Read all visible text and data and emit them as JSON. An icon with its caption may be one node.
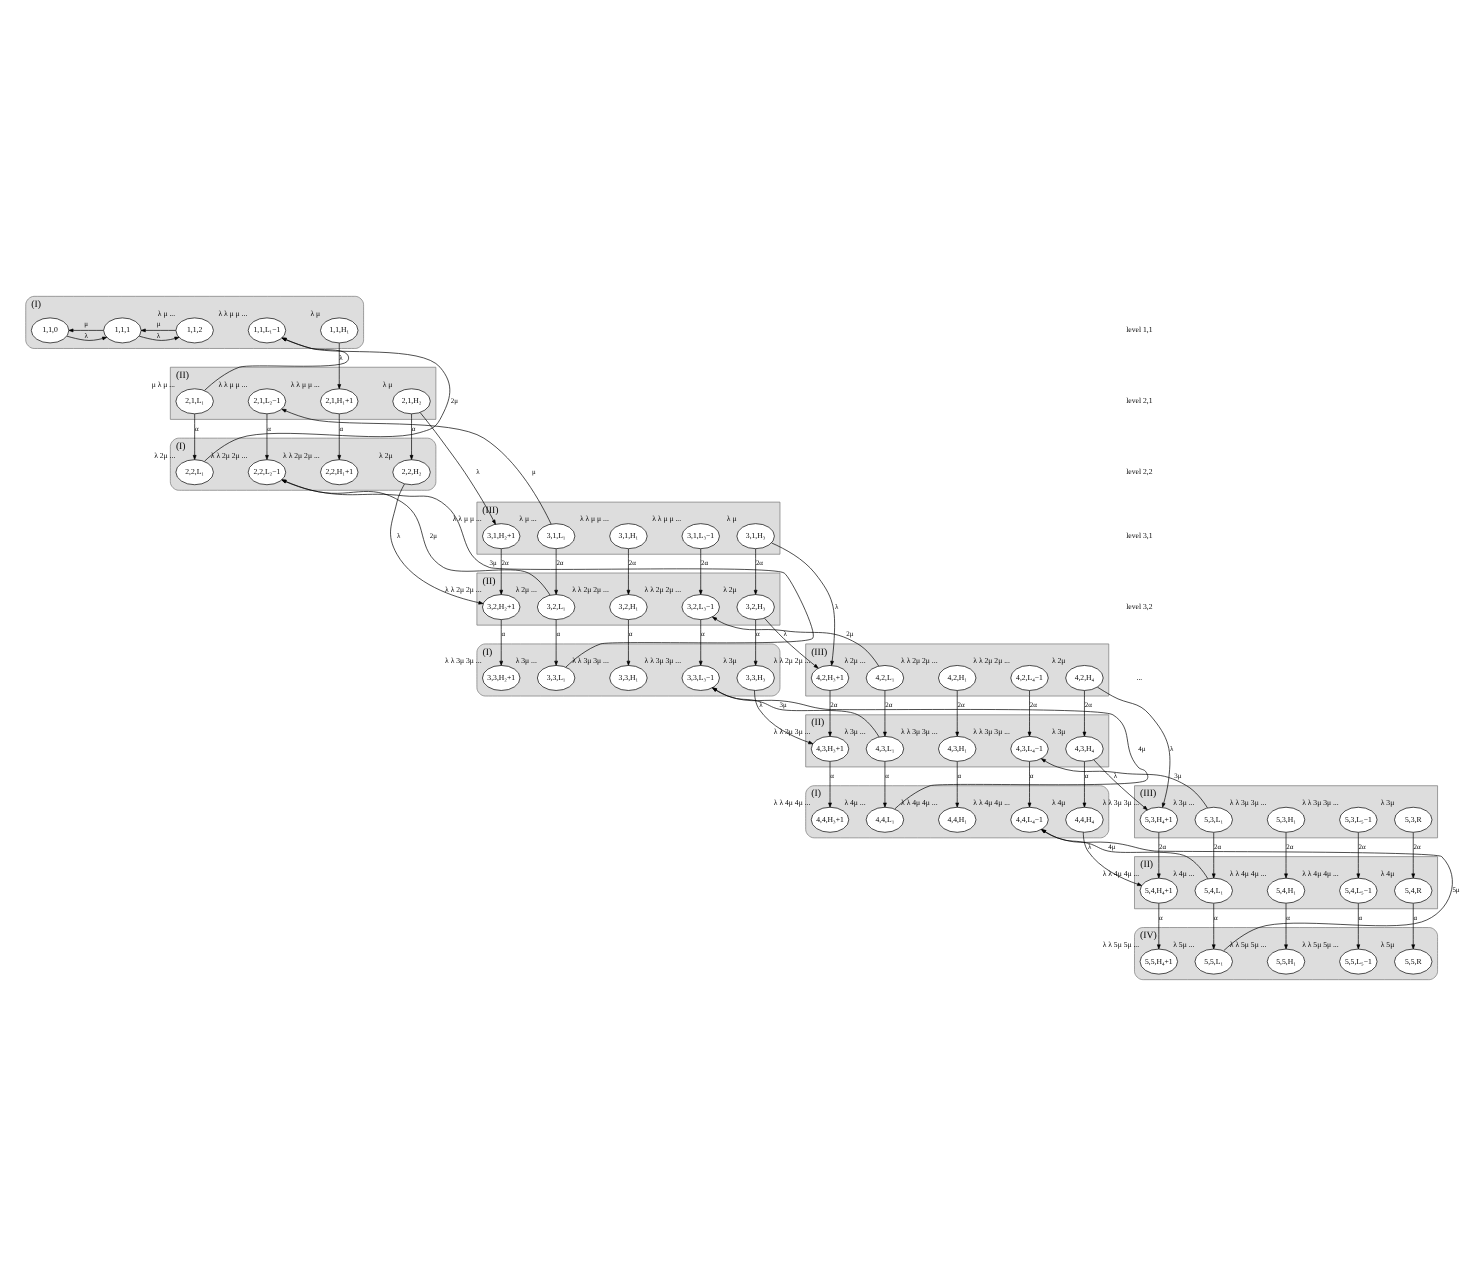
{
  "diagram": {
    "nodes": [
      {
        "text": [
          "(I)"
        ]
      },
      {
        "text": [
          "1,1,0"
        ],
        "in": 0
      },
      {
        "text": [
          "1,1,1"
        ],
        "in": 0
      },
      {
        "text": [
          "1,1,2"
        ],
        "in": 0,
        "beside": [
          "λ",
          "μ",
          "..."
        ]
      },
      {
        "text": [
          "1,1,L₁−1"
        ],
        "in": 0,
        "beside": [
          "λ",
          "λ",
          "μ",
          "μ",
          "..."
        ]
      },
      {
        "text": [
          "1,1,H₁"
        ],
        "in": 0,
        "beside": [
          "λ",
          "μ"
        ]
      },
      {
        "text": [
          "(II)"
        ]
      },
      {
        "text": [
          "2,1,L₁"
        ],
        "in": 6,
        "beside": [
          "μ",
          "λ",
          "μ",
          "..."
        ]
      },
      {
        "text": [
          "2,1,L₂−1"
        ],
        "in": 6,
        "beside": [
          "λ",
          "λ",
          "μ",
          "μ",
          "..."
        ]
      },
      {
        "text": [
          "2,1,H₁+1"
        ],
        "in": 6,
        "beside": [
          "λ",
          "λ",
          "μ",
          "μ",
          "..."
        ]
      },
      {
        "text": [
          "2,1,H₂"
        ],
        "in": 6,
        "beside": [
          "λ",
          "μ"
        ]
      },
      {
        "text": [
          "(I)"
        ]
      },
      {
        "text": [
          "2,2,L₁"
        ],
        "in": 11,
        "beside": [
          "λ",
          "2μ",
          "..."
        ]
      },
      {
        "text": [
          "2,2,L₂−1"
        ],
        "in": 11,
        "beside": [
          "λ",
          "λ",
          "2μ",
          "2μ",
          "..."
        ]
      },
      {
        "text": [
          "2,2,H₁+1"
        ],
        "in": 11,
        "beside": [
          "λ",
          "λ",
          "2μ",
          "2μ",
          "..."
        ]
      },
      {
        "text": [
          "2,2,H₂"
        ],
        "in": 11,
        "beside": [
          "λ",
          "2μ"
        ]
      },
      {
        "text": [
          "(III)"
        ]
      },
      {
        "text": [
          "3,1,L₁"
        ],
        "in": 16,
        "beside": [
          "λ",
          "μ",
          "..."
        ]
      },
      {
        "text": [
          "3,1,H₁"
        ],
        "in": 16,
        "beside": [
          "λ",
          "λ",
          "μ",
          "μ",
          "..."
        ]
      },
      {
        "text": [
          "3,1,L₃−1"
        ],
        "in": 16,
        "beside": [
          "λ",
          "λ",
          "μ",
          "μ",
          "..."
        ]
      },
      {
        "text": [
          "3,1,H₂+1"
        ],
        "in": 16,
        "beside": [
          "λ",
          "λ",
          "μ",
          "μ",
          "..."
        ]
      },
      {
        "text": [
          "3,1,H₃"
        ],
        "in": 16,
        "beside": [
          "λ",
          "μ"
        ]
      },
      {
        "text": [
          "(II)"
        ]
      },
      {
        "text": [
          "3,2,L₁"
        ],
        "in": 22,
        "beside": [
          "λ",
          "2μ",
          "..."
        ]
      },
      {
        "text": [
          "3,2,H₁"
        ],
        "in": 22,
        "beside": [
          "λ",
          "λ",
          "2μ",
          "2μ",
          "..."
        ]
      },
      {
        "text": [
          "3,2,L₃−1"
        ],
        "in": 22,
        "beside": [
          "λ",
          "λ",
          "2μ",
          "2μ",
          "..."
        ]
      },
      {
        "text": [
          "3,2,H₂+1"
        ],
        "in": 22,
        "beside": [
          "λ",
          "λ",
          "2μ",
          "2μ",
          "..."
        ]
      },
      {
        "text": [
          "3,2,H₃"
        ],
        "in": 22,
        "beside": [
          "λ",
          "2μ"
        ]
      },
      {
        "text": [
          "(I)"
        ]
      },
      {
        "text": [
          "3,3,L₁"
        ],
        "in": 28,
        "beside": [
          "λ",
          "3μ",
          "..."
        ]
      },
      {
        "text": [
          "3,3,H₁"
        ],
        "in": 28,
        "beside": [
          "λ",
          "λ",
          "3μ",
          "3μ",
          "..."
        ]
      },
      {
        "text": [
          "3,3,L₃−1"
        ],
        "in": 28,
        "beside": [
          "λ",
          "λ",
          "3μ",
          "3μ",
          "..."
        ]
      },
      {
        "text": [
          "3,3,H₂+1"
        ],
        "in": 28,
        "beside": [
          "λ",
          "λ",
          "3μ",
          "3μ",
          "..."
        ]
      },
      {
        "text": [
          "3,3,H₃"
        ],
        "in": 28,
        "beside": [
          "λ",
          "3μ"
        ]
      },
      {
        "text": [
          "(III)"
        ]
      },
      {
        "text": [
          "4,2,L₁"
        ],
        "in": 34,
        "beside": [
          "λ",
          "2μ",
          "..."
        ]
      },
      {
        "text": [
          "4,2,H₁"
        ],
        "in": 34,
        "beside": [
          "λ",
          "λ",
          "2μ",
          "2μ",
          "..."
        ]
      },
      {
        "text": [
          "4,2,L₄−1"
        ],
        "in": 34,
        "beside": [
          "λ",
          "λ",
          "2μ",
          "2μ",
          "..."
        ]
      },
      {
        "text": [
          "4,2,H₃+1"
        ],
        "in": 34,
        "beside": [
          "λ",
          "λ",
          "2μ",
          "2μ",
          "..."
        ]
      },
      {
        "text": [
          "4,2,H₄"
        ],
        "in": 34,
        "beside": [
          "λ",
          "2μ"
        ]
      },
      {
        "text": [
          "(II)"
        ]
      },
      {
        "text": [
          "4,3,L₁"
        ],
        "in": 40,
        "beside": [
          "λ",
          "3μ",
          "..."
        ]
      },
      {
        "text": [
          "4,3,H₁"
        ],
        "in": 40,
        "beside": [
          "λ",
          "λ",
          "3μ",
          "3μ",
          "..."
        ]
      },
      {
        "text": [
          "4,3,L₄−1"
        ],
        "in": 40,
        "beside": [
          "λ",
          "λ",
          "3μ",
          "3μ",
          "..."
        ]
      },
      {
        "text": [
          "4,3,H₃+1"
        ],
        "in": 40,
        "beside": [
          "λ",
          "λ",
          "3μ",
          "3μ",
          "..."
        ]
      },
      {
        "text": [
          "4,3,H₄"
        ],
        "in": 40,
        "beside": [
          "λ",
          "3μ"
        ]
      },
      {
        "text": [
          "(I)"
        ]
      },
      {
        "text": [
          "4,4,L₁"
        ],
        "in": 46,
        "beside": [
          "λ",
          "4μ",
          "..."
        ]
      },
      {
        "text": [
          "4,4,H₁"
        ],
        "in": 46,
        "beside": [
          "λ",
          "λ",
          "4μ",
          "4μ",
          "..."
        ]
      },
      {
        "text": [
          "4,4,L₄−1"
        ],
        "in": 46,
        "beside": [
          "λ",
          "λ",
          "4μ",
          "4μ",
          "..."
        ]
      },
      {
        "text": [
          "4,4,H₃+1"
        ],
        "in": 46,
        "beside": [
          "λ",
          "λ",
          "4μ",
          "4μ",
          "..."
        ]
      },
      {
        "text": [
          "4,4,H₄"
        ],
        "in": 46,
        "beside": [
          "λ",
          "4μ"
        ]
      },
      {
        "text": [
          "(III)"
        ]
      },
      {
        "text": [
          "5,3,L₁"
        ],
        "in": 52,
        "beside": [
          "λ",
          "3μ",
          "..."
        ]
      },
      {
        "text": [
          "5,3,H₁"
        ],
        "in": 52,
        "beside": [
          "λ",
          "λ",
          "3μ",
          "3μ",
          "..."
        ]
      },
      {
        "text": [
          "5,3,L₅−1"
        ],
        "in": 52,
        "beside": [
          "λ",
          "λ",
          "3μ",
          "3μ",
          "..."
        ]
      },
      {
        "text": [
          "5,3,H₄+1"
        ],
        "in": 52,
        "beside": [
          "λ",
          "λ",
          "3μ",
          "3μ",
          "..."
        ]
      },
      {
        "text": [
          "5,3,R"
        ],
        "in": 52,
        "beside": [
          "λ",
          "3μ"
        ]
      },
      {
        "text": [
          "(II)"
        ]
      },
      {
        "text": [
          "5,4,L₁"
        ],
        "in": 58,
        "beside": [
          "λ",
          "4μ",
          "..."
        ]
      },
      {
        "text": [
          "5,4,H₁"
        ],
        "in": 58,
        "beside": [
          "λ",
          "λ",
          "4μ",
          "4μ",
          "..."
        ]
      },
      {
        "text": [
          "5,4,L₅−1"
        ],
        "in": 58,
        "beside": [
          "λ",
          "λ",
          "4μ",
          "4μ",
          "..."
        ]
      },
      {
        "text": [
          "5,4,H₄+1"
        ],
        "in": 58,
        "beside": [
          "λ",
          "λ",
          "4μ",
          "4μ",
          "..."
        ]
      },
      {
        "text": [
          "5,4,R"
        ],
        "in": 58,
        "beside": [
          "λ",
          "4μ"
        ]
      },
      {
        "text": [
          "(IV)"
        ]
      },
      {
        "text": [
          "5,5,L₁"
        ],
        "in": 64,
        "beside": [
          "λ",
          "5μ",
          "..."
        ]
      },
      {
        "text": [
          "5,5,H₁"
        ],
        "in": 64,
        "beside": [
          "λ",
          "λ",
          "5μ",
          "5μ",
          "..."
        ]
      },
      {
        "text": [
          "5,5,L₅−1"
        ],
        "in": 64,
        "beside": [
          "λ",
          "λ",
          "5μ",
          "5μ",
          "..."
        ]
      },
      {
        "text": [
          "5,5,H₄+1"
        ],
        "in": 64,
        "beside": [
          "λ",
          "λ",
          "5μ",
          "5μ",
          "..."
        ]
      },
      {
        "text": [
          "5,5,R"
        ],
        "in": 64,
        "beside": [
          "λ",
          "5μ"
        ]
      }
    ],
    "edges": [
      {
        "from": 1,
        "to": 2,
        "arrow": "to",
        "label": "λ"
      },
      {
        "from": 2,
        "to": 1,
        "arrow": "to",
        "label": "μ"
      },
      {
        "from": 2,
        "to": 3,
        "arrow": "to",
        "label": "λ"
      },
      {
        "from": 3,
        "to": 2,
        "arrow": "to",
        "label": "μ"
      },
      {
        "from": 5,
        "to": 9,
        "arrow": "to",
        "label": "λ"
      },
      {
        "from": 7,
        "to": 4,
        "arrow": "to"
      },
      {
        "from": 12,
        "to": 4,
        "arrow": "to",
        "label": "2μ"
      },
      {
        "from": 7,
        "to": 12,
        "arrow": "to",
        "label": "α"
      },
      {
        "from": 8,
        "to": 13,
        "arrow": "to",
        "label": "α"
      },
      {
        "from": 9,
        "to": 14,
        "arrow": "to",
        "label": "α"
      },
      {
        "from": 10,
        "to": 15,
        "arrow": "to",
        "label": "α"
      },
      {
        "from": 10,
        "to": 20,
        "arrow": "to",
        "label": "λ"
      },
      {
        "from": 15,
        "to": 26,
        "arrow": "to",
        "label": "λ"
      },
      {
        "from": 17,
        "to": 8,
        "arrow": "to",
        "label": "μ"
      },
      {
        "from": 23,
        "to": 13,
        "arrow": "to",
        "label": "2μ"
      },
      {
        "from": 29,
        "to": 13,
        "arrow": "to",
        "label": "3μ"
      },
      {
        "from": 17,
        "to": 23,
        "arrow": "to",
        "label": "2α"
      },
      {
        "from": 18,
        "to": 24,
        "arrow": "to",
        "label": "2α"
      },
      {
        "from": 19,
        "to": 25,
        "arrow": "to",
        "label": "2α"
      },
      {
        "from": 20,
        "to": 26,
        "arrow": "to",
        "label": "2α"
      },
      {
        "from": 21,
        "to": 27,
        "arrow": "to",
        "label": "2α"
      },
      {
        "from": 23,
        "to": 29,
        "arrow": "to",
        "label": "α"
      },
      {
        "from": 24,
        "to": 30,
        "arrow": "to",
        "label": "α"
      },
      {
        "from": 25,
        "to": 31,
        "arrow": "to",
        "label": "α"
      },
      {
        "from": 26,
        "to": 32,
        "arrow": "to",
        "label": "α"
      },
      {
        "from": 27,
        "to": 33,
        "arrow": "to",
        "label": "α"
      },
      {
        "from": 21,
        "to": 38,
        "arrow": "to",
        "label": "λ"
      },
      {
        "from": 27,
        "to": 38,
        "arrow": "to",
        "label": "λ"
      },
      {
        "from": 33,
        "to": 44,
        "arrow": "to",
        "label": "λ"
      },
      {
        "from": 35,
        "to": 25,
        "arrow": "to",
        "label": "2μ"
      },
      {
        "from": 41,
        "to": 31,
        "arrow": "to",
        "label": "3μ"
      },
      {
        "from": 47,
        "to": 31,
        "arrow": "to",
        "label": "4μ"
      },
      {
        "from": 35,
        "to": 41,
        "arrow": "to",
        "label": "2α"
      },
      {
        "from": 36,
        "to": 42,
        "arrow": "to",
        "label": "2α"
      },
      {
        "from": 37,
        "to": 43,
        "arrow": "to",
        "label": "2α"
      },
      {
        "from": 38,
        "to": 44,
        "arrow": "to",
        "label": "2α"
      },
      {
        "from": 39,
        "to": 45,
        "arrow": "to",
        "label": "2α"
      },
      {
        "from": 41,
        "to": 47,
        "arrow": "to",
        "label": "α"
      },
      {
        "from": 42,
        "to": 48,
        "arrow": "to",
        "label": "α"
      },
      {
        "from": 43,
        "to": 49,
        "arrow": "to",
        "label": "α"
      },
      {
        "from": 44,
        "to": 50,
        "arrow": "to",
        "label": "α"
      },
      {
        "from": 45,
        "to": 51,
        "arrow": "to",
        "label": "α"
      },
      {
        "from": 39,
        "to": 56,
        "arrow": "to",
        "label": "λ"
      },
      {
        "from": 45,
        "to": 56,
        "arrow": "to",
        "label": "λ"
      },
      {
        "from": 51,
        "to": 62,
        "arrow": "to",
        "label": "λ"
      },
      {
        "from": 53,
        "to": 43,
        "arrow": "to",
        "label": "3μ"
      },
      {
        "from": 59,
        "to": 49,
        "arrow": "to",
        "label": "4μ"
      },
      {
        "from": 65,
        "to": 49,
        "arrow": "to",
        "label": "5μ"
      },
      {
        "from": 53,
        "to": 59,
        "arrow": "to",
        "label": "2α"
      },
      {
        "from": 54,
        "to": 60,
        "arrow": "to",
        "label": "2α"
      },
      {
        "from": 55,
        "to": 61,
        "arrow": "to",
        "label": "2α"
      },
      {
        "from": 56,
        "to": 62,
        "arrow": "to",
        "label": "2α"
      },
      {
        "from": 57,
        "to": 63,
        "arrow": "to",
        "label": "2α"
      },
      {
        "from": 59,
        "to": 65,
        "arrow": "to",
        "label": "α"
      },
      {
        "from": 60,
        "to": 66,
        "arrow": "to",
        "label": "α"
      },
      {
        "from": 61,
        "to": 67,
        "arrow": "to",
        "label": "α"
      },
      {
        "from": 62,
        "to": 68,
        "arrow": "to",
        "label": "α"
      },
      {
        "from": 63,
        "to": 69,
        "arrow": "to",
        "label": "α"
      }
    ],
    "labels": [
      "level 1,1",
      "level 2,1",
      "level 2,2",
      "level 3,1",
      "level 3,2",
      "..."
    ]
  }
}
